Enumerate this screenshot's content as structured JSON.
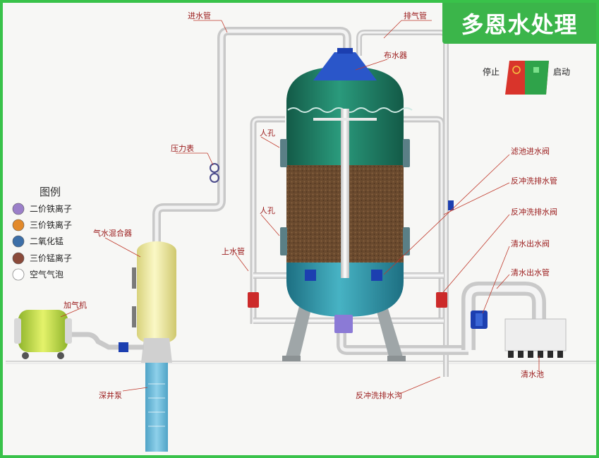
{
  "brand": {
    "title": "多恩水处理"
  },
  "legend": {
    "title": "图例",
    "items": [
      {
        "label": "二价铁离子",
        "color": "#9b7fc9"
      },
      {
        "label": "三价铁离子",
        "color": "#e2892a"
      },
      {
        "label": "二氧化锰",
        "color": "#3d6fa8"
      },
      {
        "label": "三价锰离子",
        "color": "#8a4a3a"
      },
      {
        "label": "空气气泡",
        "color": "#ffffff"
      }
    ]
  },
  "control_panel": {
    "stop_label": "停止",
    "start_label": "启动",
    "stop_color": "#d9342b",
    "start_color": "#2fa34a"
  },
  "labels": {
    "inlet_pipe": "进水管",
    "exhaust_pipe": "排气管",
    "water_distributor": "布水器",
    "pressure_gauge": "压力表",
    "manhole_top": "人孔",
    "manhole_bottom": "人孔",
    "filter_inlet_valve": "滤池进水阀",
    "backwash_drain_pipe": "反冲洗排水管",
    "backwash_drain_valve": "反冲洗排水阀",
    "clean_water_valve": "清水出水阀",
    "clean_water_pipe": "清水出水管",
    "mixer": "气水混合器",
    "air_compressor": "加气机",
    "upflow_pipe": "上水管",
    "deep_well_pump": "深井泵",
    "clean_water_tank": "清水池",
    "backwash_ditch": "反冲洗排水沟"
  },
  "colors": {
    "tank_top": "#1f7a63",
    "tank_bottom": "#2f8fa0",
    "media": "#6a4a2e",
    "mixer": "#f4f0a8",
    "compressor": "#b6d53a",
    "valve": "#cc2a2a",
    "valve_blue": "#1c3fb0",
    "pipe": "#e6e6e6"
  }
}
